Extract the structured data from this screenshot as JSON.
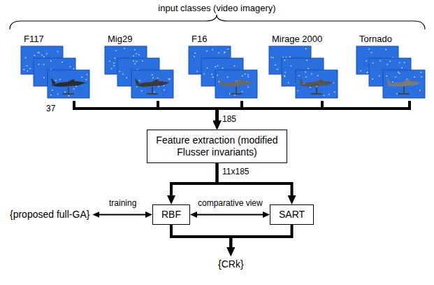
{
  "diagram": {
    "title": "input classes (video imagery)",
    "nodes": [
      {
        "text": [
          "F117"
        ]
      },
      {
        "text": [
          "Mig29"
        ]
      },
      {
        "text": [
          "F16"
        ]
      },
      {
        "text": [
          "Mirage 2000"
        ]
      },
      {
        "text": [
          "Tornado"
        ]
      },
      {
        "text": [
          "Feature extraction (modified Flusser invariants)"
        ]
      },
      {
        "text": [
          "{proposed full-GA}"
        ]
      },
      {
        "text": [
          "RBF"
        ]
      },
      {
        "text": [
          "SART"
        ]
      },
      {
        "text": [
          "{CRk}"
        ]
      }
    ],
    "edges": [
      {
        "from": 0,
        "to": 5,
        "arrow": "to"
      },
      {
        "from": 1,
        "to": 5,
        "arrow": "to"
      },
      {
        "from": 2,
        "to": 5,
        "arrow": "to"
      },
      {
        "from": 3,
        "to": 5,
        "arrow": "to"
      },
      {
        "from": 4,
        "to": 5,
        "arrow": "to"
      },
      {
        "from": 5,
        "to": 7,
        "arrow": "to"
      },
      {
        "from": 5,
        "to": 8,
        "arrow": "to"
      },
      {
        "from": 6,
        "to": 7,
        "label": "training",
        "arrow": "both"
      },
      {
        "from": 7,
        "to": 8,
        "label": "comparative view",
        "arrow": "both"
      },
      {
        "from": 7,
        "to": 9,
        "arrow": "to"
      },
      {
        "from": 8,
        "to": 9,
        "arrow": "to"
      }
    ],
    "labels": [
      "37",
      "185",
      "11x185"
    ]
  }
}
